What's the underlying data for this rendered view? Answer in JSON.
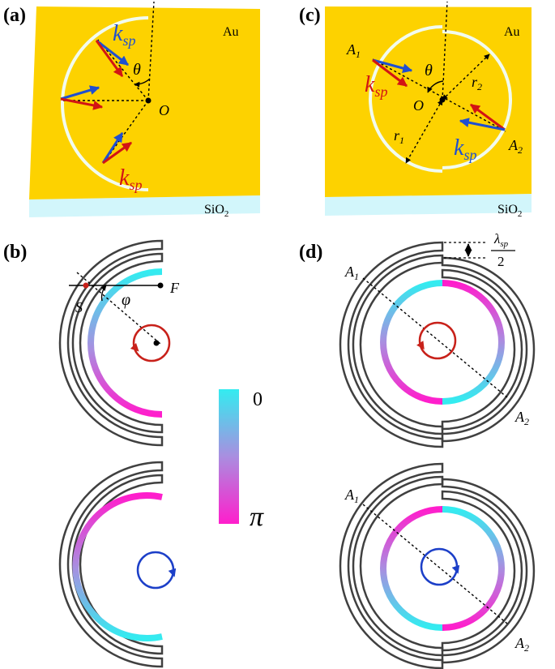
{
  "panels": {
    "a": {
      "tag": "(a)",
      "material_top": "Au",
      "material_bottom": "SiO",
      "material_bottom_sub": "2",
      "k_top": "k",
      "k_top_sub": "sp",
      "k_bottom": "k",
      "k_bottom_sub": "sp",
      "theta": "θ",
      "origin": "O"
    },
    "b": {
      "tag": "(b)",
      "source": "S",
      "focus": "F",
      "phi": "φ"
    },
    "c": {
      "tag": "(c)",
      "material_top": "Au",
      "material_bottom": "SiO",
      "material_bottom_sub": "2",
      "a1": "A",
      "a1_sub": "1",
      "a2": "A",
      "a2_sub": "2",
      "theta": "θ",
      "origin": "O",
      "r1": "r",
      "r1_sub": "1",
      "r2": "r",
      "r2_sub": "2",
      "k_left": "k",
      "k_left_sub": "sp",
      "k_right": "k",
      "k_right_sub": "sp"
    },
    "d": {
      "tag": "(d)",
      "lambda": "λ",
      "lambda_sub": "sp",
      "lambda_den": "2",
      "top_a1": "A",
      "top_a1_sub": "1",
      "top_a2": "A",
      "top_a2_sub": "2",
      "bottom_a1": "A",
      "bottom_a1_sub": "1",
      "bottom_a2": "A",
      "bottom_a2_sub": "2"
    }
  },
  "colorbar": {
    "top_label": "0",
    "bottom_label": "π",
    "color_top": "#33ecf0",
    "color_bottom": "#ff1ecc"
  },
  "colors": {
    "gold": "#fdd200",
    "substrate": "#d2f6fb",
    "slit": "#f2fbee",
    "k_blue": "#1f4fd0",
    "k_red": "#d21414",
    "ccw_red": "#c8211a",
    "cw_blue": "#1c3fc8"
  }
}
